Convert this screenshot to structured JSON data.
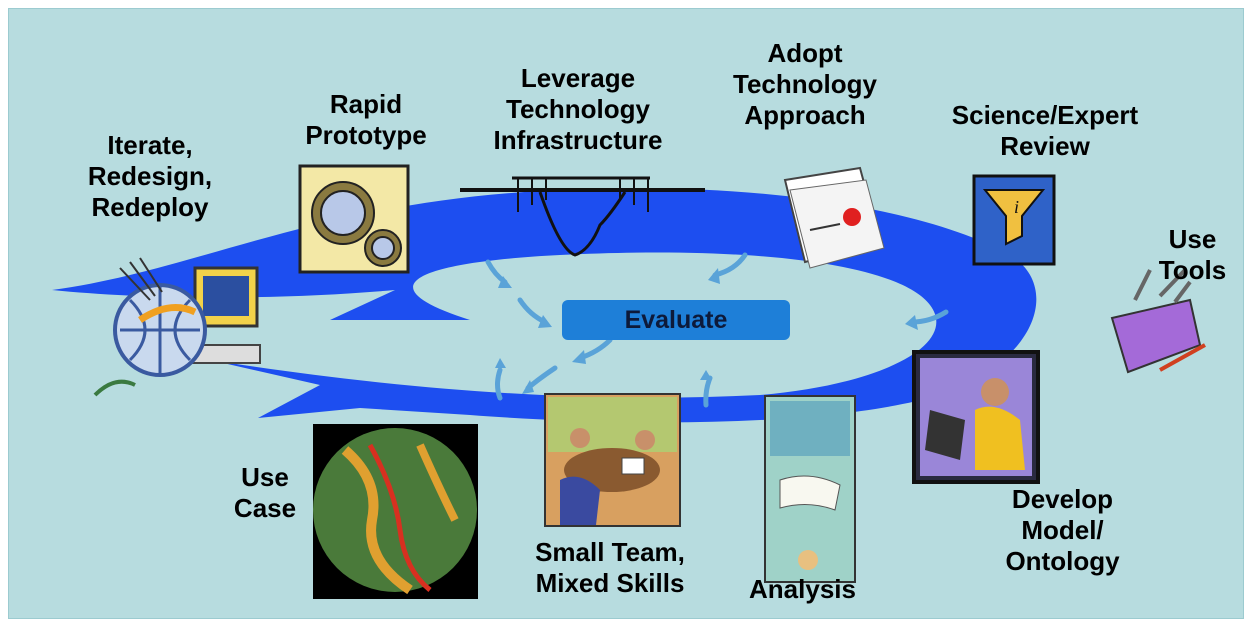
{
  "center": {
    "label": "Evaluate"
  },
  "stages": [
    {
      "id": "iterate",
      "lines": [
        "Iterate,",
        "Redesign,",
        "Redeploy"
      ]
    },
    {
      "id": "rapid",
      "lines": [
        "Rapid",
        "Prototype"
      ]
    },
    {
      "id": "leverage",
      "lines": [
        "Leverage",
        "Technology",
        "Infrastructure"
      ]
    },
    {
      "id": "adopt",
      "lines": [
        "Adopt",
        "Technology",
        "Approach"
      ]
    },
    {
      "id": "science",
      "lines": [
        "Science/Expert",
        "Review"
      ]
    },
    {
      "id": "tools",
      "lines": [
        "Use",
        "Tools"
      ]
    },
    {
      "id": "develop",
      "lines": [
        "Develop",
        "Model/",
        "Ontology"
      ]
    },
    {
      "id": "analysis",
      "lines": [
        "Analysis"
      ]
    },
    {
      "id": "team",
      "lines": [
        "Small Team,",
        "Mixed Skills"
      ]
    },
    {
      "id": "usecase",
      "lines": [
        "Use",
        "Case"
      ]
    }
  ],
  "colors": {
    "background": "#b7dcdf",
    "cycle_arrow": "#1d4ef0",
    "evaluate_box": "#1e7fd8",
    "small_arrows": "#5aa3d8"
  }
}
